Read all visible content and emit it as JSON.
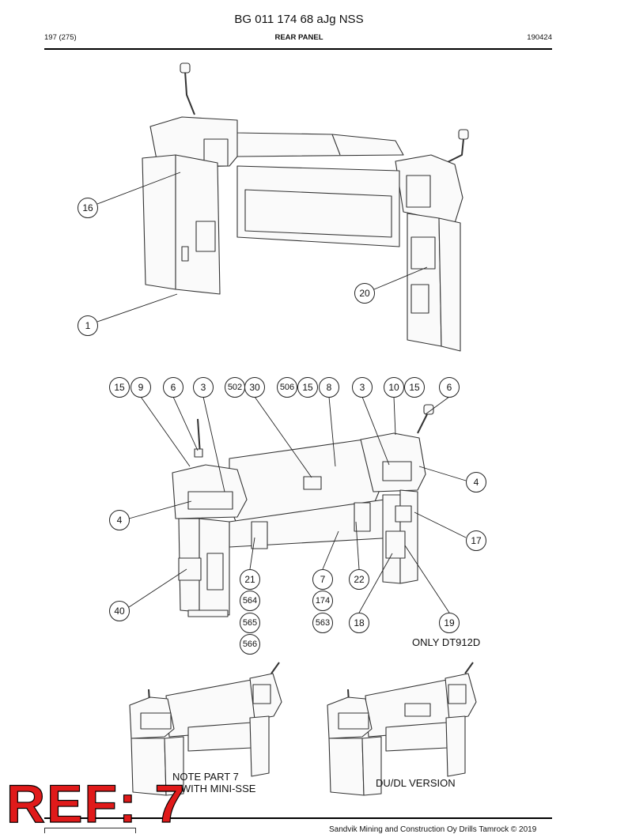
{
  "header": {
    "doc_number": "BG 011 174 68 aJg NSS",
    "page": "197 (275)",
    "section": "REAR PANEL",
    "date_code": "190424"
  },
  "callouts": [
    {
      "label": "16"
    },
    {
      "label": "1"
    },
    {
      "label": "20"
    },
    {
      "label": "15"
    },
    {
      "label": "9"
    },
    {
      "label": "6"
    },
    {
      "label": "3"
    },
    {
      "label": "502"
    },
    {
      "label": "30"
    },
    {
      "label": "506"
    },
    {
      "label": "15"
    },
    {
      "label": "8"
    },
    {
      "label": "3"
    },
    {
      "label": "10"
    },
    {
      "label": "15"
    },
    {
      "label": "6"
    },
    {
      "label": "4"
    },
    {
      "label": "4"
    },
    {
      "label": "17"
    },
    {
      "label": "21"
    },
    {
      "label": "7"
    },
    {
      "label": "22"
    },
    {
      "label": "564"
    },
    {
      "label": "174"
    },
    {
      "label": "565"
    },
    {
      "label": "563"
    },
    {
      "label": "18"
    },
    {
      "label": "19"
    },
    {
      "label": "566"
    },
    {
      "label": "40"
    }
  ],
  "notes": {
    "only_dt912d": "ONLY DT912D",
    "note_part7": "NOTE PART 7\n   WITH MINI-SSE",
    "dudl_version": "DU/DL VERSION"
  },
  "ref_stamp": "REF: 7",
  "footer": {
    "copyright": "Sandvik Mining and Construction Oy Drills Tamrock © 2019"
  }
}
